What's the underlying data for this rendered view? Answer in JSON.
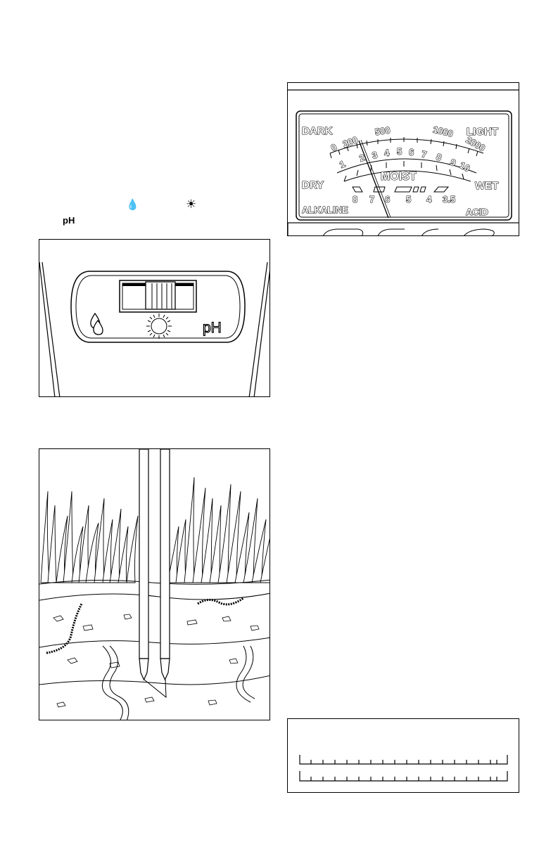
{
  "left_column": {
    "inline_text": {
      "ph": "pH"
    },
    "switch_panel": {
      "ph_label": "pH"
    }
  },
  "meter": {
    "labels": {
      "dark": "DARK",
      "light": "LIGHT",
      "dry": "DRY",
      "moist": "MOIST",
      "wet": "WET",
      "alkaline": "ALKALINE",
      "acid": "ACID"
    },
    "light_scale": [
      "0",
      "200",
      "500",
      "1000",
      "2000"
    ],
    "moisture_scale": [
      "1",
      "2",
      "3",
      "4",
      "5",
      "6",
      "7",
      "8",
      "9",
      "10"
    ],
    "ph_scale": [
      "8",
      "7",
      "6",
      "5",
      "4",
      "3.5"
    ]
  }
}
